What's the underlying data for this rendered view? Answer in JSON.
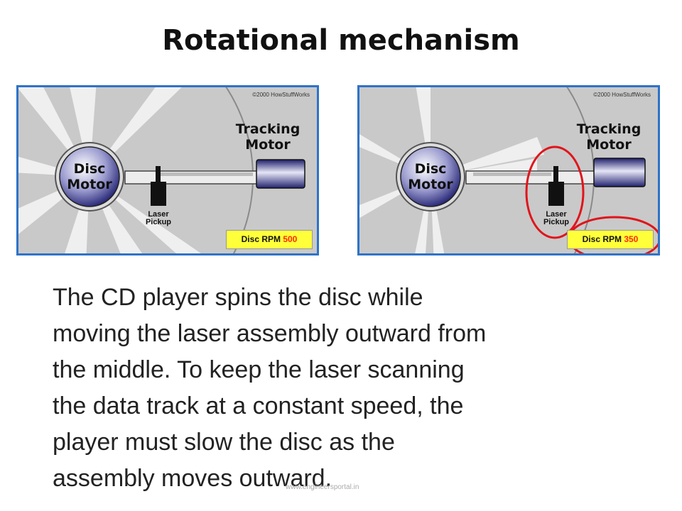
{
  "title": "Rotational mechanism",
  "panels": [
    {
      "copyright": "©2000 HowStuffWorks",
      "tracking_motor": "Tracking Motor",
      "disc_motor": "Disc Motor",
      "laser_pickup": "Laser Pickup",
      "rpm_label": "Disc RPM",
      "rpm_value": "500",
      "highlighted": false
    },
    {
      "copyright": "©2000 HowStuffWorks",
      "tracking_motor": "Tracking Motor",
      "disc_motor": "Disc Motor",
      "laser_pickup": "Laser Pickup",
      "rpm_label": "Disc RPM",
      "rpm_value": "350",
      "highlighted": true
    }
  ],
  "body_lines": [
    "The CD player spins the disc while",
    "moving the laser assembly outward from",
    "the middle. To keep the laser scanning",
    "the data track at a constant speed, the",
    "player must slow the disc as the",
    "assembly moves outward."
  ],
  "watermark": "www.engineersportal.in",
  "colors": {
    "panel_border": "#2e73c9",
    "rpm_highlight": "#ff2a00",
    "rpm_box": "#ffff3a",
    "circle": "#e0151b"
  }
}
